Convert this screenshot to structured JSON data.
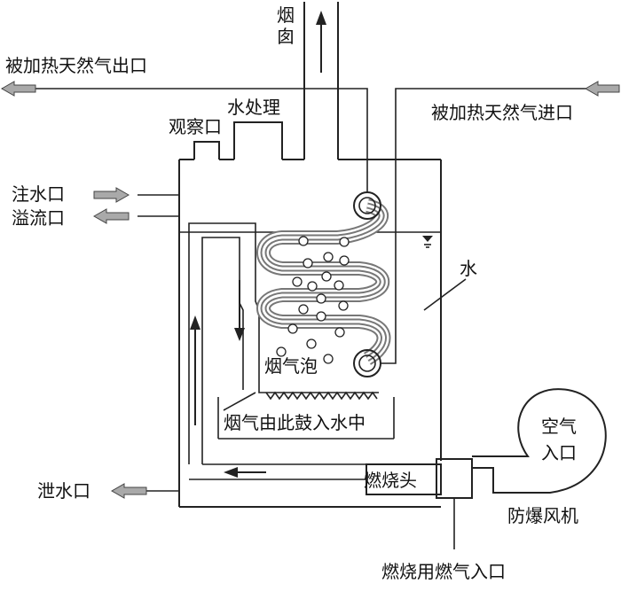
{
  "labels": {
    "chimney": "烟囱",
    "gas_outlet": "被加热天然气出口",
    "gas_inlet": "被加热天然气进口",
    "water_treatment": "水处理",
    "observation_port": "观察口",
    "water_fill": "注水口",
    "overflow": "溢流口",
    "water": "水",
    "flue_bubbles": "烟气泡",
    "flue_into_water": "烟气由此鼓入水中",
    "burner_head": "燃烧头",
    "drain": "泄水口",
    "air_inlet": "空气入口",
    "fan": "防爆风机",
    "fuel_gas_inlet": "燃烧用燃气入口"
  },
  "colors": {
    "line": "#222222",
    "arrow_fill": "#a9a9a9",
    "background": "#ffffff"
  }
}
